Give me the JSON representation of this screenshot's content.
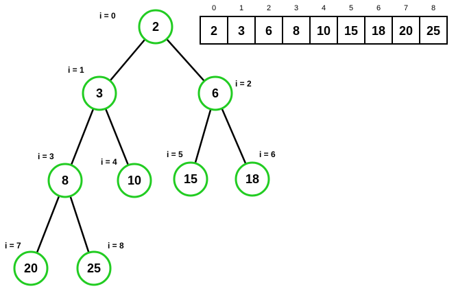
{
  "heap": {
    "nodes": [
      {
        "index_label": "i = 0",
        "value": "2"
      },
      {
        "index_label": "i = 1",
        "value": "3"
      },
      {
        "index_label": "i = 2",
        "value": "6"
      },
      {
        "index_label": "i = 3",
        "value": "8"
      },
      {
        "index_label": "i = 4",
        "value": "10"
      },
      {
        "index_label": "i = 5",
        "value": "15"
      },
      {
        "index_label": "i = 6",
        "value": "18"
      },
      {
        "index_label": "i = 7",
        "value": "20"
      },
      {
        "index_label": "i = 8",
        "value": "25"
      }
    ],
    "edges": [
      [
        0,
        1
      ],
      [
        0,
        2
      ],
      [
        1,
        3
      ],
      [
        1,
        4
      ],
      [
        2,
        5
      ],
      [
        2,
        6
      ],
      [
        3,
        7
      ],
      [
        3,
        8
      ]
    ]
  },
  "array": {
    "indices": [
      "0",
      "1",
      "2",
      "3",
      "4",
      "5",
      "6",
      "7",
      "8"
    ],
    "values": [
      "2",
      "3",
      "6",
      "8",
      "10",
      "15",
      "18",
      "20",
      "25"
    ]
  },
  "colors": {
    "node_border": "#22cc22",
    "edge": "#000000",
    "cell_border": "#000000"
  }
}
